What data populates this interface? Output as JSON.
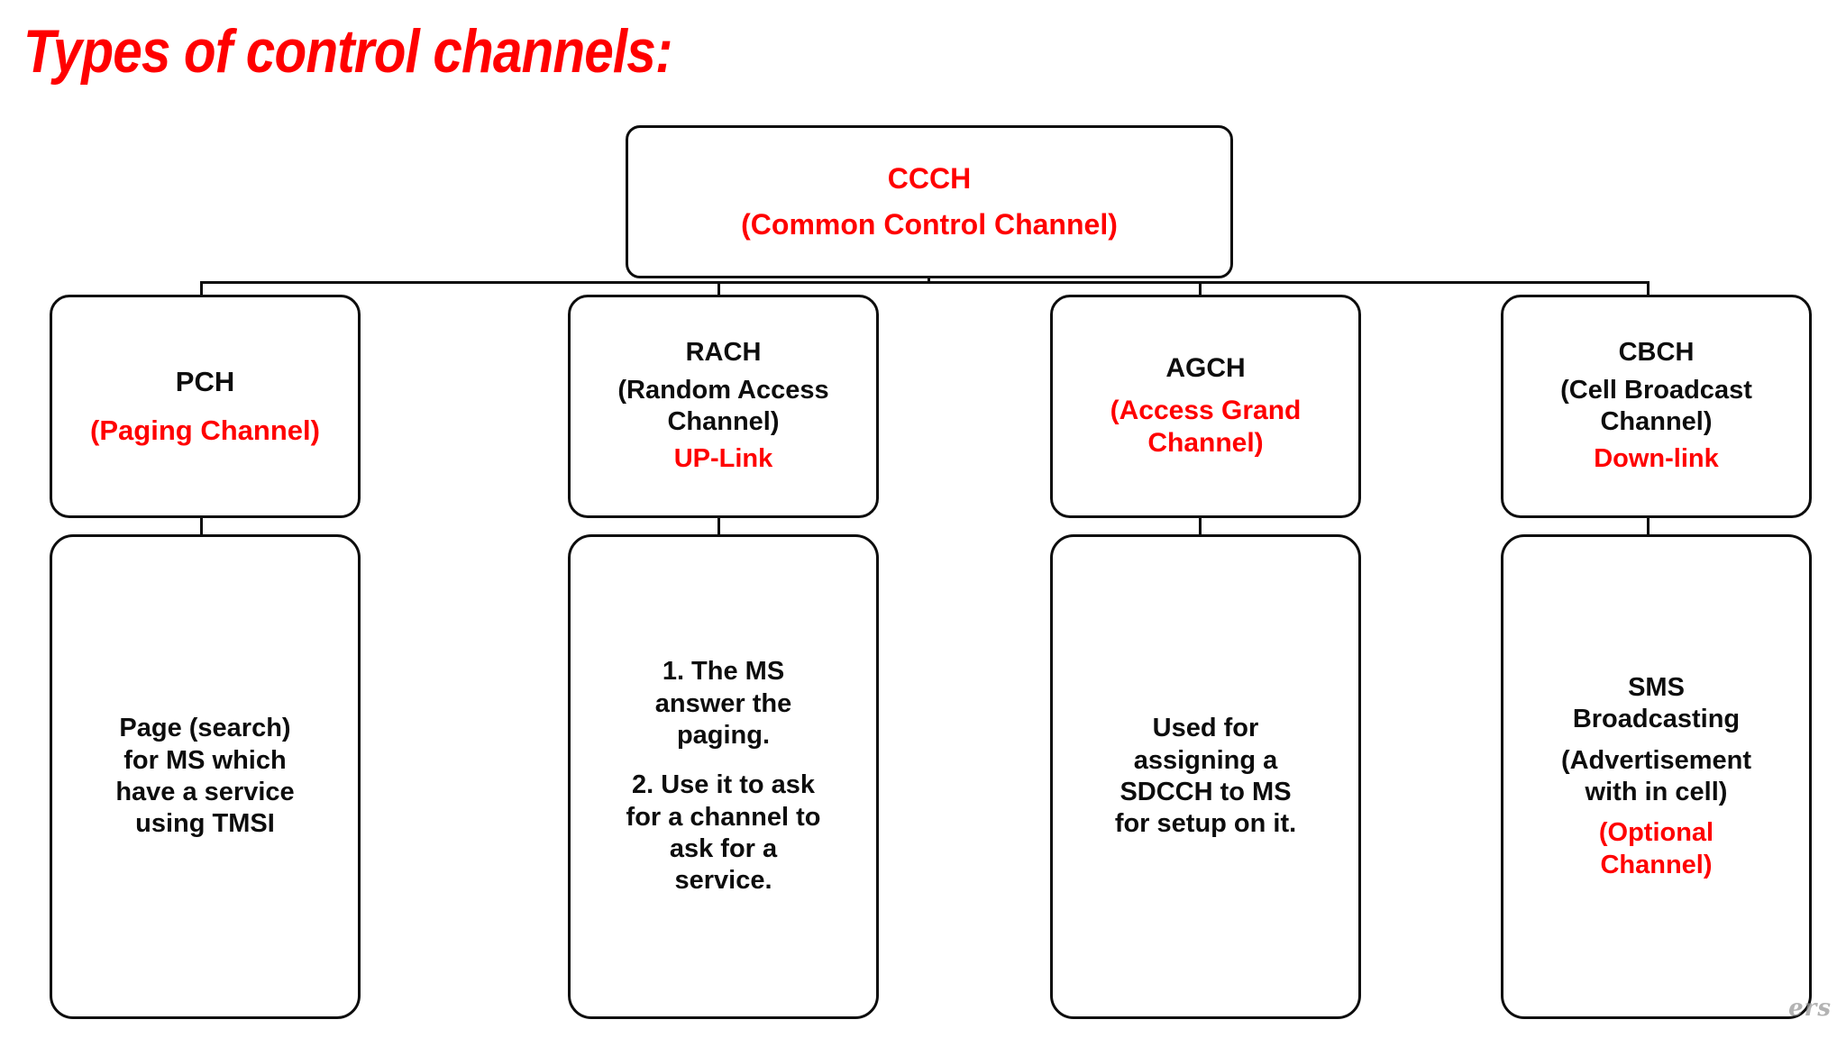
{
  "title": "Types of control channels:",
  "colors": {
    "accent_red": "#FF0000",
    "text_black": "#0D0D0D",
    "background": "#FFFFFF",
    "border": "#0D0D0D",
    "watermark_gray": "#9A9A9A"
  },
  "diagram": {
    "type": "tree",
    "root": {
      "abbr": "CCCH",
      "expansion": "(Common Control Channel)"
    },
    "children": [
      {
        "id": "pch",
        "abbr": "PCH",
        "abbr_color": "black",
        "expansion": "(Paging Channel)",
        "expansion_color": "red",
        "direction": "",
        "description": "Page (search)\nfor MS which\nhave a service\nusing TMSI",
        "description_color": "black",
        "description_note": "",
        "description_note_color": ""
      },
      {
        "id": "rach",
        "abbr": "RACH",
        "abbr_color": "black",
        "expansion": "(Random Access\nChannel)",
        "expansion_color": "black",
        "direction": "UP-Link",
        "description": "1. The MS\nanswer the\npaging.",
        "description_2": "2. Use it to ask\nfor a channel to\nask for a\nservice.",
        "description_color": "black",
        "description_note": "",
        "description_note_color": ""
      },
      {
        "id": "agch",
        "abbr": "AGCH",
        "abbr_color": "black",
        "expansion": "(Access Grand\nChannel)",
        "expansion_color": "red",
        "direction": "",
        "description": "Used for\nassigning a\nSDCCH to MS\nfor setup on it.",
        "description_color": "black",
        "description_note": "",
        "description_note_color": ""
      },
      {
        "id": "cbch",
        "abbr": "CBCH",
        "abbr_color": "black",
        "expansion": "(Cell Broadcast\nChannel)",
        "expansion_color": "black",
        "direction": "Down-link",
        "description": "SMS\nBroadcasting",
        "description_2": "(Advertisement\nwith in cell)",
        "description_color": "black",
        "description_note": "(Optional\nChannel)",
        "description_note_color": "red"
      }
    ]
  },
  "watermark": "ers"
}
